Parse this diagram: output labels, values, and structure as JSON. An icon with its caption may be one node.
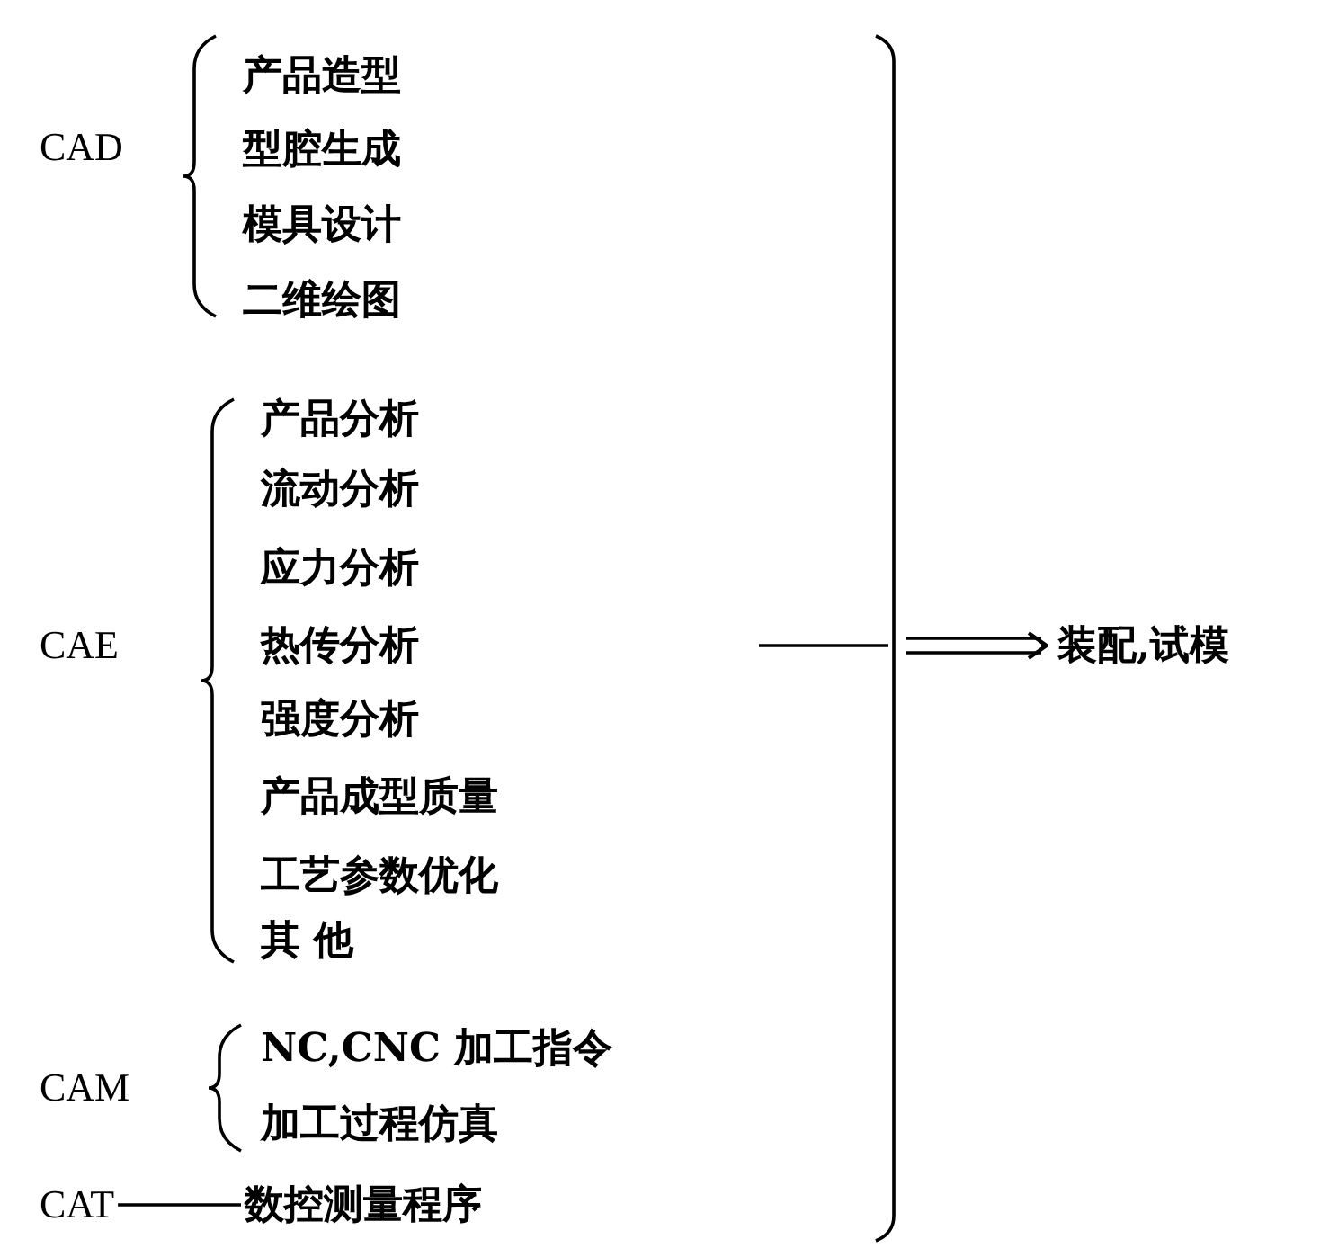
{
  "diagram": {
    "nodes": [
      {
        "text": [
          "CAT"
        ]
      },
      {
        "text": [
          "数控测量程序"
        ]
      },
      {
        "text": [
          "装配,试模"
        ]
      }
    ],
    "edges": [
      {
        "from": 0,
        "to": 1,
        "arrow": "none"
      },
      {
        "from": null,
        "to": 2,
        "arrow": "to"
      }
    ],
    "labels": [
      "CAD",
      "产品造型",
      "型腔生成",
      "模具设计",
      "二维绘图",
      "CAE",
      "产品分析",
      "流动分析",
      "应力分析",
      "热传分析",
      "强度分析",
      "产品成型质量",
      "工艺参数优化",
      "其 他",
      "CAM",
      "NC,CNC 加工指令",
      "加工过程仿真"
    ]
  }
}
